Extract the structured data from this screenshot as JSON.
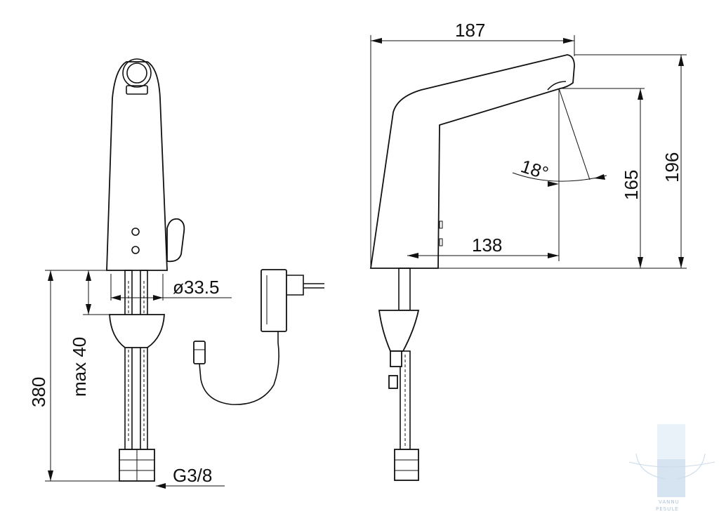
{
  "drawing": {
    "front_view": {
      "dim_height_total": "380",
      "dim_max": "max 40",
      "dim_diameter": "ø33.5",
      "dim_thread": "G3/8"
    },
    "side_view": {
      "dim_reach": "187",
      "dim_height": "196",
      "dim_spout_height": "165",
      "dim_clearance": "138",
      "dim_angle": "18°"
    },
    "watermark": {
      "text_line1": "VANNU",
      "text_line2": "PESULE"
    }
  },
  "colors": {
    "line": "#111111",
    "watermark": "#bcd4ea"
  }
}
